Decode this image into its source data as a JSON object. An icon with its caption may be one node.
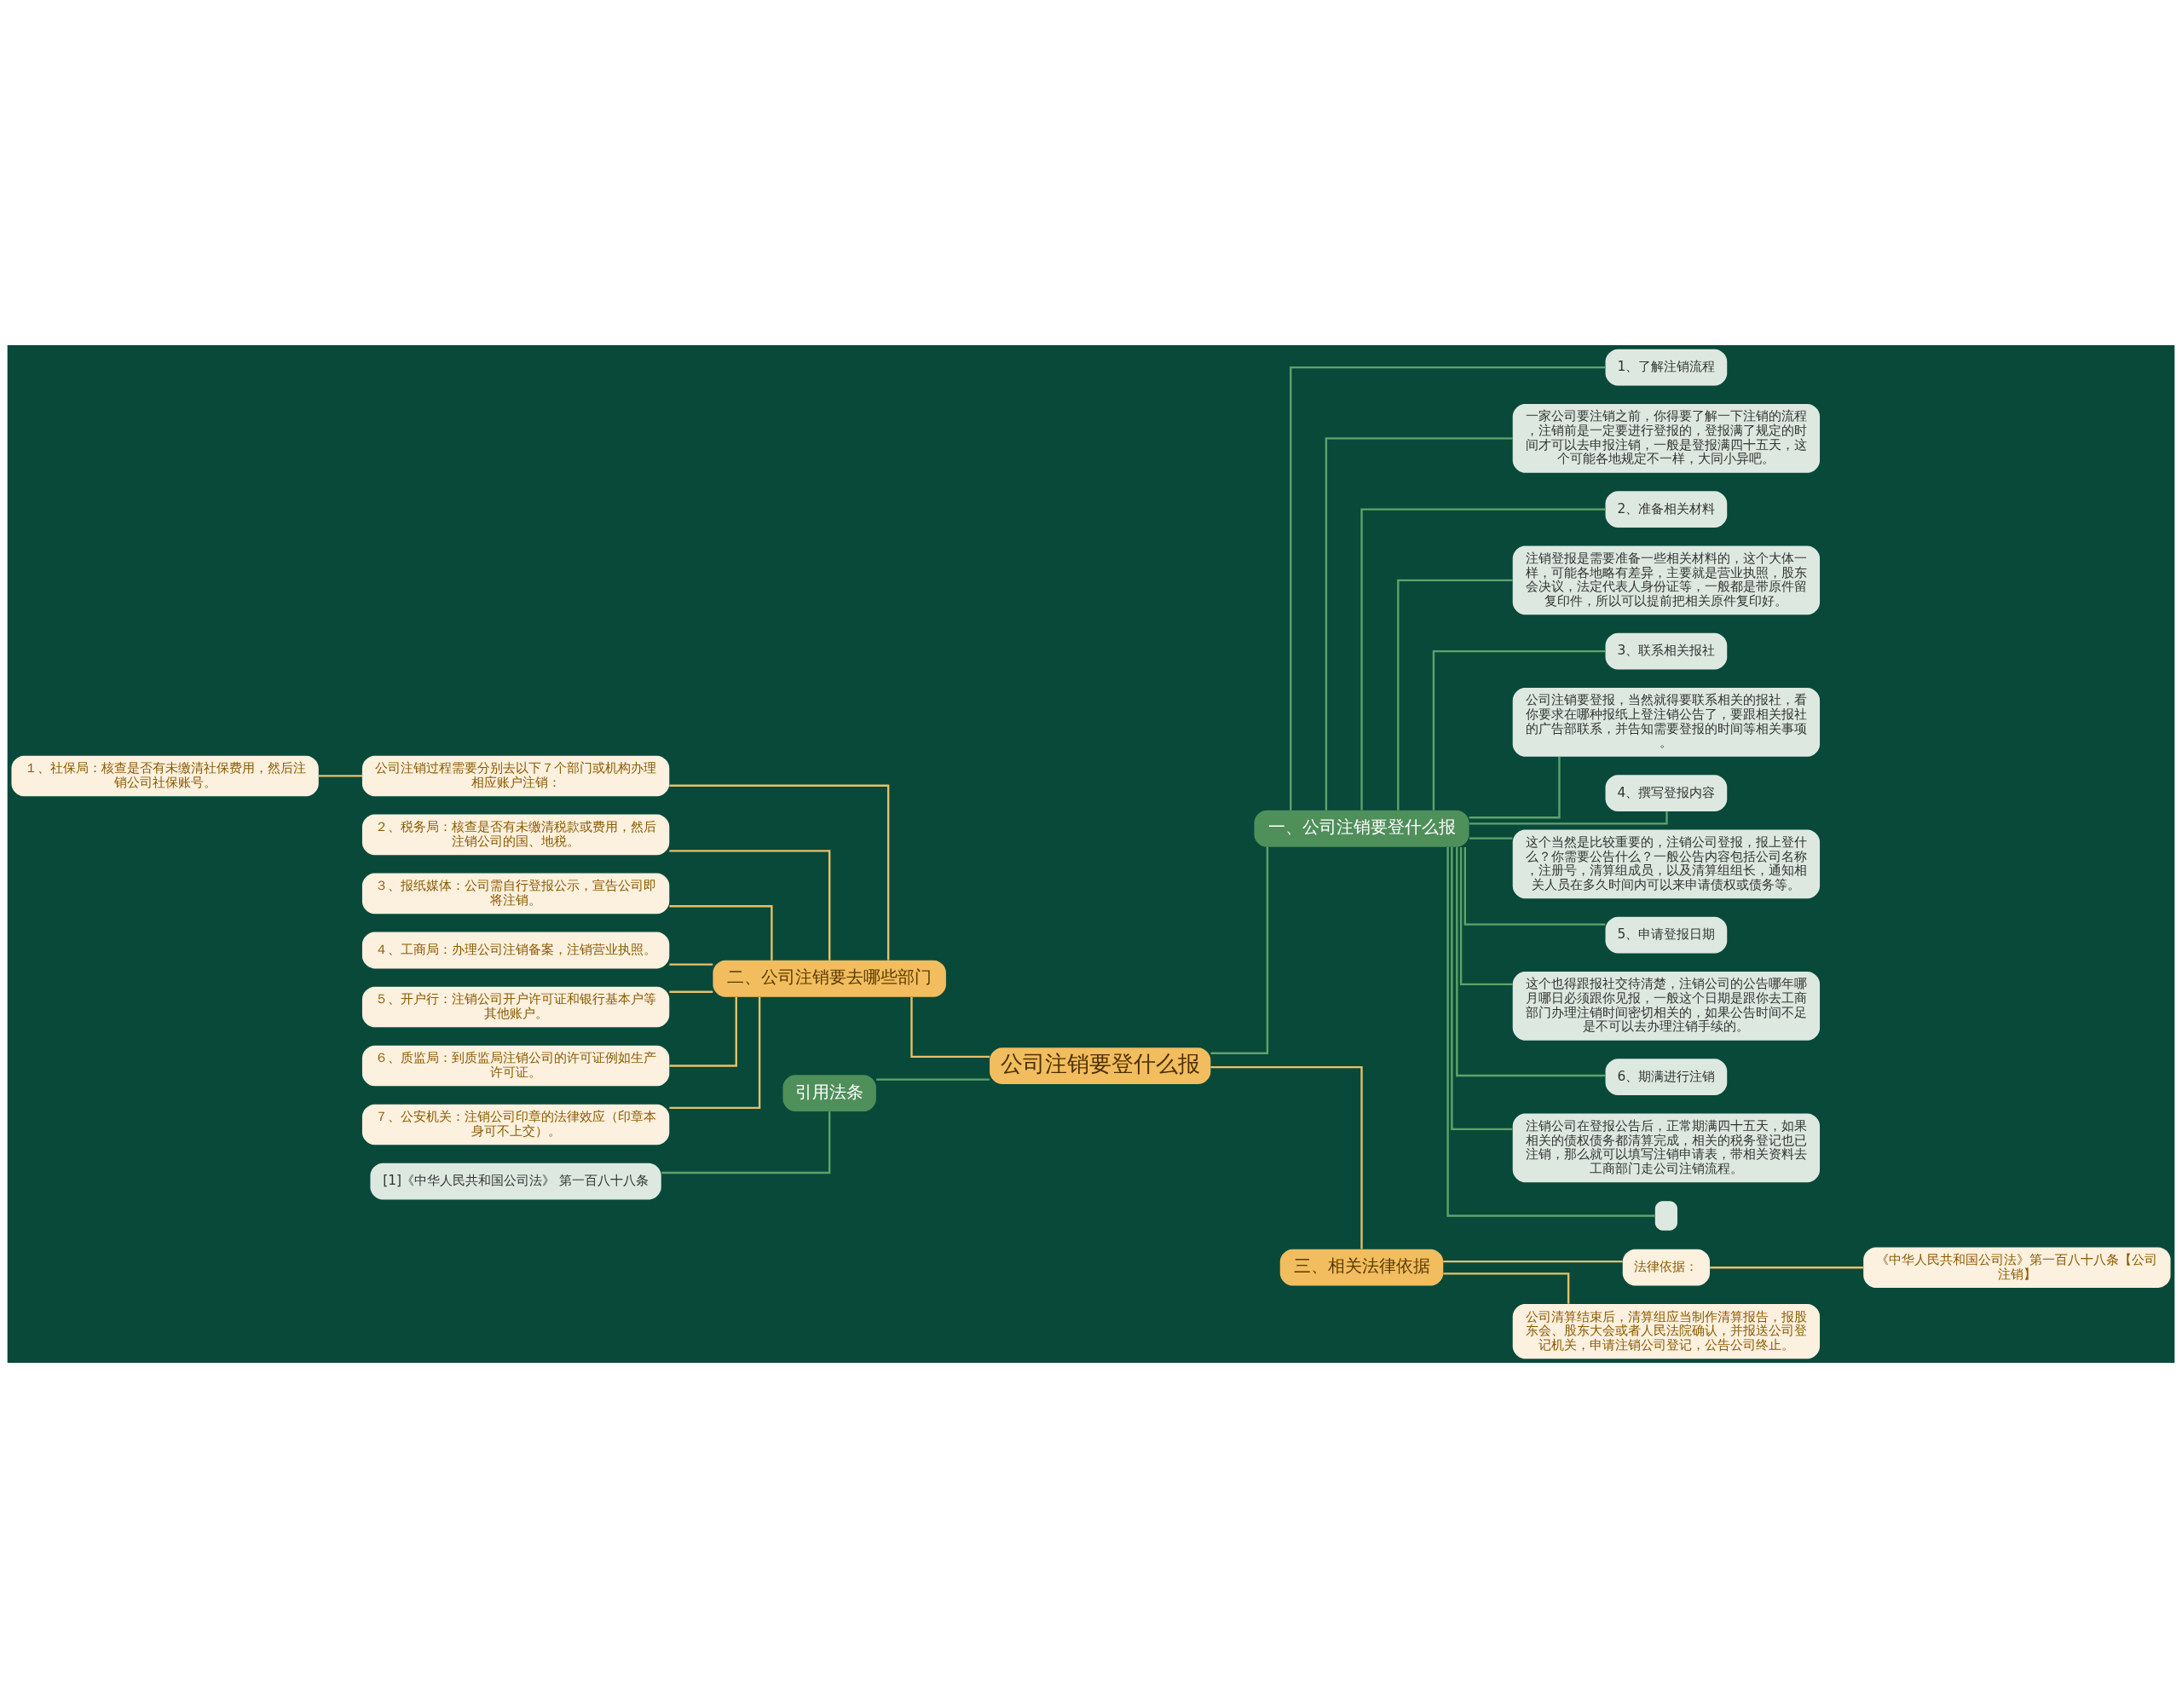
{
  "diagram": {
    "nodes": [
      {
        "text": [
          "公司注销要登什么报"
        ]
      },
      {
        "text": [
          "一、公司注销要登什么报"
        ]
      },
      {
        "text": [
          "1、了解注销流程"
        ]
      },
      {
        "text": [
          "一家公司要注销之前，你得要了解一下注销的流程，注销前是一定要进行登报的，登报满了规定的时间才可以去申报注销，一般是登报满四十五天，这个可能各地规定不一样，大同小异吧。"
        ]
      },
      {
        "text": [
          "2、准备相关材料"
        ]
      },
      {
        "text": [
          "注销登报是需要准备一些相关材料的，这个大体一样，可能各地略有差异，主要就是营业执照，股东会决议，法定代表人身份证等，一般都是带原件留复印件，所以可以提前把相关原件复印好。"
        ]
      },
      {
        "text": [
          "3、联系相关报社"
        ]
      },
      {
        "text": [
          "公司注销要登报，当然就得要联系相关的报社，看你要求在哪种报纸上登注销公告了，要跟相关报社的广告部联系，并告知需要登报的时间等相关事项。"
        ]
      },
      {
        "text": [
          "4、撰写登报内容"
        ]
      },
      {
        "text": [
          "这个当然是比较重要的，注销公司登报，报上登什么？你需要公告什么？一般公告内容包括公司名称，注册号，清算组成员，以及清算组组长，通知相关人员在多久时间内可以来申请债权或债务等。"
        ]
      },
      {
        "text": [
          "5、申请登报日期"
        ]
      },
      {
        "text": [
          "这个也得跟报社交待清楚，注销公司的公告哪年哪月哪日必须跟你见报，一般这个日期是跟你去工商部门办理注销时间密切相关的，如果公告时间不足是不可以去办理注销手续的。"
        ]
      },
      {
        "text": [
          "6、期满进行注销"
        ]
      },
      {
        "text": [
          "注销公司在登报公告后，正常期满四十五天，如果相关的债权债务都清算完成，相关的税务登记也已注销，那么就可以填写注销申请表，带相关资料去工商部门走公司注销流程。"
        ]
      },
      {
        "text": [],
        "shape": "box"
      },
      {
        "text": [
          "二、公司注销要去哪些部门"
        ]
      },
      {
        "text": [
          "公司注销过程需要分别去以下７个部门或机构办理相应账户注销："
        ]
      },
      {
        "text": [
          "１、社保局：核查是否有未缴清社保费用，然后注销公司社保账号。"
        ]
      },
      {
        "text": [
          "２、税务局：核查是否有未缴清税款或费用，然后注销公司的国、地税。"
        ]
      },
      {
        "text": [
          "３、报纸媒体：公司需自行登报公示，宣告公司即将注销。"
        ]
      },
      {
        "text": [
          "４、工商局：办理公司注销备案，注销营业执照。"
        ]
      },
      {
        "text": [
          "５、开户行：注销公司开户许可证和银行基本户等其他账户。"
        ]
      },
      {
        "text": [
          "６、质监局：到质监局注销公司的许可证例如生产许可证。"
        ]
      },
      {
        "text": [
          "７、公安机关：注销公司印章的法律效应（印章本身可不上交）。"
        ]
      },
      {
        "text": [
          "引用法条"
        ]
      },
      {
        "text": [
          "[1]《中华人民共和国公司法》 第一百八十八条"
        ]
      },
      {
        "text": [
          "三、相关法律依据"
        ]
      },
      {
        "text": [
          "法律依据："
        ]
      },
      {
        "text": [
          "《中华人民共和国公司法》第一百八十八条【公司注销】"
        ]
      },
      {
        "text": [
          "公司清算结束后，清算组应当制作清算报告，报股东会、股东大会或者人民法院确认，并报送公司登记机关，申请注销公司登记，公告公司终止。"
        ]
      }
    ],
    "edges": [
      {
        "from": 0,
        "to": 1,
        "arrow": "none"
      },
      {
        "from": 1,
        "to": 2,
        "arrow": "none"
      },
      {
        "from": 1,
        "to": 3,
        "arrow": "none"
      },
      {
        "from": 1,
        "to": 4,
        "arrow": "none"
      },
      {
        "from": 1,
        "to": 5,
        "arrow": "none"
      },
      {
        "from": 1,
        "to": 6,
        "arrow": "none"
      },
      {
        "from": 1,
        "to": 7,
        "arrow": "none"
      },
      {
        "from": 1,
        "to": 8,
        "arrow": "none"
      },
      {
        "from": 1,
        "to": 9,
        "arrow": "none"
      },
      {
        "from": 1,
        "to": 10,
        "arrow": "none"
      },
      {
        "from": 1,
        "to": 11,
        "arrow": "none"
      },
      {
        "from": 1,
        "to": 12,
        "arrow": "none"
      },
      {
        "from": 1,
        "to": 13,
        "arrow": "none"
      },
      {
        "from": 1,
        "to": 14,
        "arrow": "none"
      },
      {
        "from": 0,
        "to": 15,
        "arrow": "none",
        "color": "#e8c06a"
      },
      {
        "from": 15,
        "to": 16,
        "arrow": "none",
        "color": "#e8c06a"
      },
      {
        "from": 16,
        "to": 17,
        "arrow": "none",
        "color": "#e8c06a"
      },
      {
        "from": 15,
        "to": 18,
        "arrow": "none",
        "color": "#e8c06a"
      },
      {
        "from": 15,
        "to": 19,
        "arrow": "none",
        "color": "#e8c06a"
      },
      {
        "from": 15,
        "to": 20,
        "arrow": "none",
        "color": "#e8c06a"
      },
      {
        "from": 15,
        "to": 21,
        "arrow": "none",
        "color": "#e8c06a"
      },
      {
        "from": 15,
        "to": 22,
        "arrow": "none",
        "color": "#e8c06a"
      },
      {
        "from": 15,
        "to": 23,
        "arrow": "none",
        "color": "#e8c06a"
      },
      {
        "from": 0,
        "to": 24,
        "arrow": "none"
      },
      {
        "from": 24,
        "to": 25,
        "arrow": "none"
      },
      {
        "from": 0,
        "to": 26,
        "arrow": "none",
        "color": "#e8c06a"
      },
      {
        "from": 26,
        "to": 27,
        "arrow": "none",
        "color": "#e8c06a"
      },
      {
        "from": 27,
        "to": 28,
        "arrow": "none",
        "color": "#e8c06a"
      },
      {
        "from": 26,
        "to": 29,
        "arrow": "none",
        "color": "#e8c06a"
      }
    ]
  }
}
